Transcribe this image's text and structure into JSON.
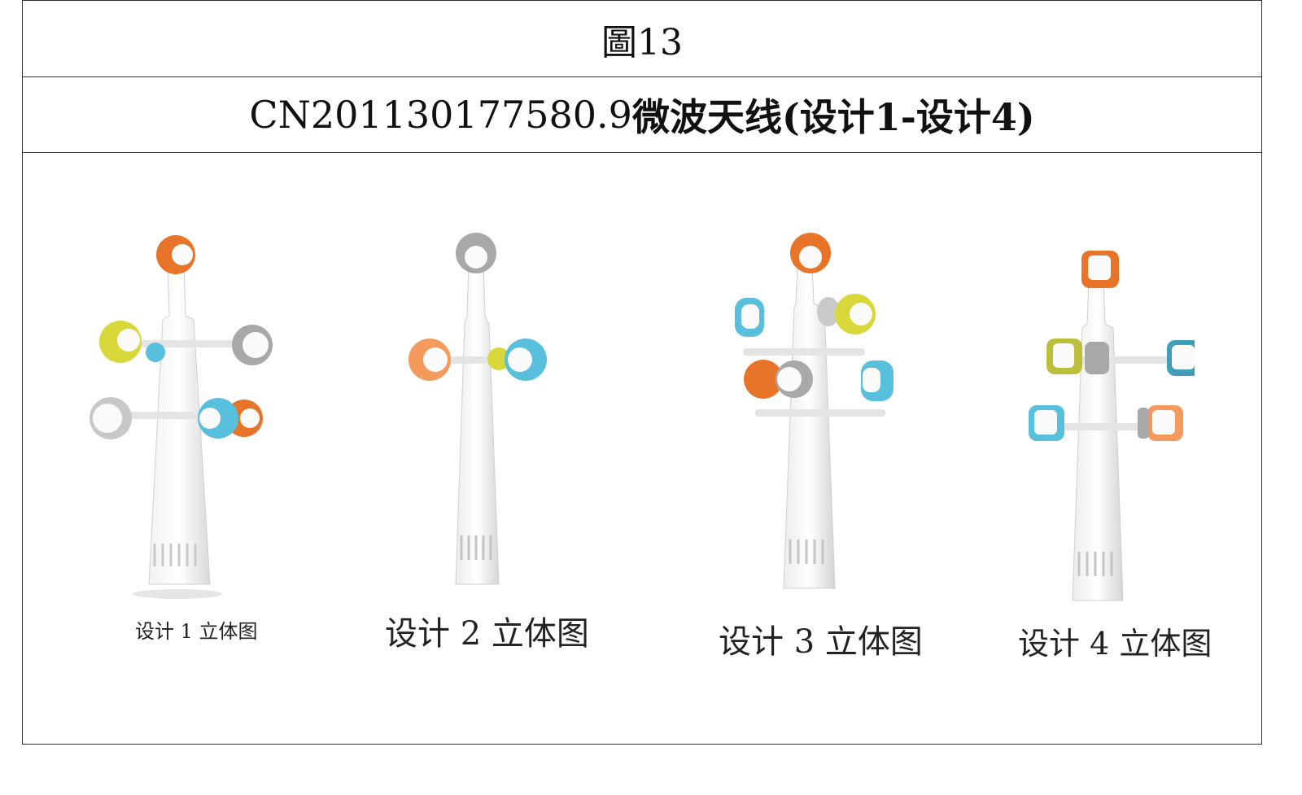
{
  "figure_label": "圖13",
  "subtitle_code": "CN201130177580.9",
  "subtitle_name": "微波天线(设计1-设计4)",
  "designs": [
    {
      "caption": "设计 1 立体图"
    },
    {
      "caption": "设计 2  立体图"
    },
    {
      "caption": "设计 3 立体图"
    },
    {
      "caption": "设计 4 立体图"
    }
  ],
  "colors": {
    "orange": "#e8742a",
    "yellow": "#d8d83a",
    "blue": "#58bfdc",
    "gray": "#a8a8a8",
    "light_orange": "#f39a5c",
    "olive": "#bcbf3a"
  }
}
